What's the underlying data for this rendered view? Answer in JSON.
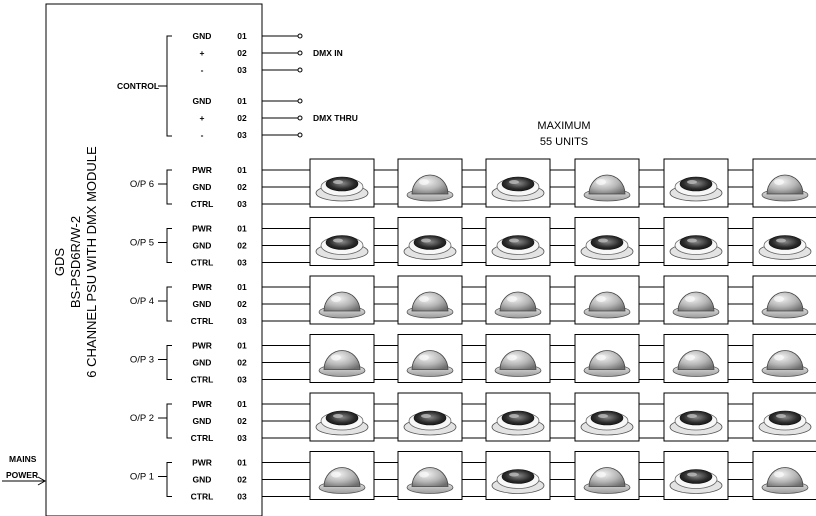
{
  "psu": {
    "line1": "GDS",
    "line2": "BS-PSD6R/W-2",
    "line3": "6 CHANNEL PSU WITH DMX MODULE"
  },
  "control": {
    "label": "CONTROL",
    "dmx_in": {
      "label": "DMX IN",
      "pins": [
        {
          "name": "GND",
          "num": "01"
        },
        {
          "name": "+",
          "num": "02"
        },
        {
          "name": "-",
          "num": "03"
        }
      ]
    },
    "dmx_thru": {
      "label": "DMX THRU",
      "pins": [
        {
          "name": "GND",
          "num": "01"
        },
        {
          "name": "+",
          "num": "02"
        },
        {
          "name": "-",
          "num": "03"
        }
      ]
    }
  },
  "maximum": {
    "line1": "MAXIMUM",
    "line2": "55 UNITS"
  },
  "mains": {
    "line1": "MAINS",
    "line2": "POWER"
  },
  "outputs": [
    {
      "label": "O/P 6",
      "pins": [
        {
          "name": "PWR",
          "num": "01"
        },
        {
          "name": "GND",
          "num": "02"
        },
        {
          "name": "CTRL",
          "num": "03"
        }
      ],
      "units": [
        "ptz",
        "dome",
        "ptz",
        "dome",
        "ptz",
        "dome"
      ]
    },
    {
      "label": "O/P 5",
      "pins": [
        {
          "name": "PWR",
          "num": "01"
        },
        {
          "name": "GND",
          "num": "02"
        },
        {
          "name": "CTRL",
          "num": "03"
        }
      ],
      "units": [
        "ptz",
        "ptz",
        "ptz",
        "ptz",
        "ptz",
        "ptz"
      ]
    },
    {
      "label": "O/P 4",
      "pins": [
        {
          "name": "PWR",
          "num": "01"
        },
        {
          "name": "GND",
          "num": "02"
        },
        {
          "name": "CTRL",
          "num": "03"
        }
      ],
      "units": [
        "dome",
        "dome",
        "dome",
        "dome",
        "dome",
        "dome"
      ]
    },
    {
      "label": "O/P 3",
      "pins": [
        {
          "name": "PWR",
          "num": "01"
        },
        {
          "name": "GND",
          "num": "02"
        },
        {
          "name": "CTRL",
          "num": "03"
        }
      ],
      "units": [
        "dome",
        "dome",
        "dome",
        "dome",
        "dome",
        "dome"
      ]
    },
    {
      "label": "O/P 2",
      "pins": [
        {
          "name": "PWR",
          "num": "01"
        },
        {
          "name": "GND",
          "num": "02"
        },
        {
          "name": "CTRL",
          "num": "03"
        }
      ],
      "units": [
        "ptz",
        "ptz",
        "ptz",
        "ptz",
        "ptz",
        "ptz"
      ]
    },
    {
      "label": "O/P 1",
      "pins": [
        {
          "name": "PWR",
          "num": "01"
        },
        {
          "name": "GND",
          "num": "02"
        },
        {
          "name": "CTRL",
          "num": "03"
        }
      ],
      "units": [
        "dome",
        "dome",
        "ptz",
        "dome",
        "ptz",
        "dome"
      ]
    }
  ]
}
